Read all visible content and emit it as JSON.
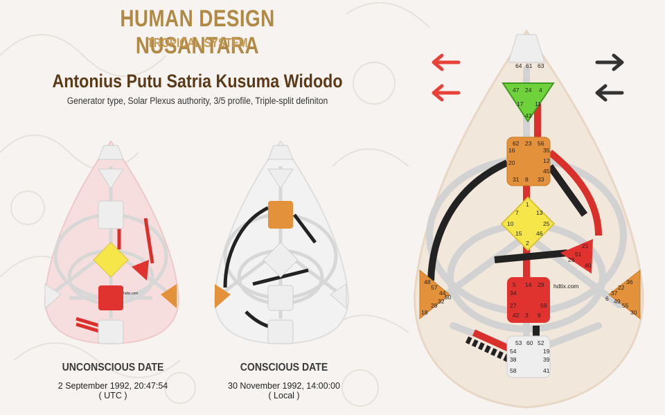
{
  "header": {
    "title": "HUMAN DESIGN NUSANTARA",
    "subtitle": "TROPICAL SYSTEM"
  },
  "person": {
    "name": "Antonius Putu Satria Kusuma Widodo",
    "description": "Generator type, Solar Plexus authority, 3/5 profile, Triple-split definiton"
  },
  "unconscious": {
    "label": "UNCONSCIOUS DATE",
    "date": "2 September 1992, 20:47:54",
    "tz": "( UTC )"
  },
  "conscious": {
    "label": "CONSCIOUS DATE",
    "date": "30 November 1992, 14:00:00",
    "tz": "( Local )"
  },
  "watermark": "hdtix.com",
  "colors": {
    "gold": "#b08a45",
    "brown": "#5b3a1a",
    "arrow_red": "#e8413a",
    "arrow_dark": "#333333",
    "head_center": "#6fd23c",
    "ajna_center": "#e3913a",
    "g_center": "#f6e64a",
    "sacral_center": "#e0332f",
    "ego_center": "#e0332f",
    "spleen_center": "#e3913a",
    "solar_center": "#e3913a",
    "undefined_center": "#eeeeee"
  },
  "arrows": {
    "left_top": "arrow-left-icon",
    "left_bottom": "arrow-left-icon",
    "right_top": "arrow-right-icon",
    "right_bottom": "arrow-left-icon"
  },
  "gates": {
    "head": [
      "64",
      "61",
      "63"
    ],
    "head_inner": [
      "47",
      "24",
      "4"
    ],
    "ajna": [
      "17",
      "43",
      "11"
    ],
    "throat": [
      "62",
      "23",
      "56",
      "16",
      "35",
      "12",
      "20",
      "45",
      "31",
      "8",
      "33"
    ],
    "g": [
      "1",
      "7",
      "13",
      "10",
      "25",
      "15",
      "2",
      "46"
    ],
    "ego": [
      "21",
      "51",
      "26",
      "40"
    ],
    "spleen": [
      "48",
      "57",
      "44",
      "50",
      "32",
      "28",
      "18"
    ],
    "sacral": [
      "5",
      "14",
      "29",
      "34",
      "27",
      "59",
      "42",
      "3",
      "9"
    ],
    "solar": [
      "36",
      "22",
      "37",
      "6",
      "49",
      "55",
      "30"
    ],
    "root": [
      "53",
      "60",
      "52",
      "54",
      "19",
      "38",
      "39",
      "58",
      "41"
    ]
  }
}
